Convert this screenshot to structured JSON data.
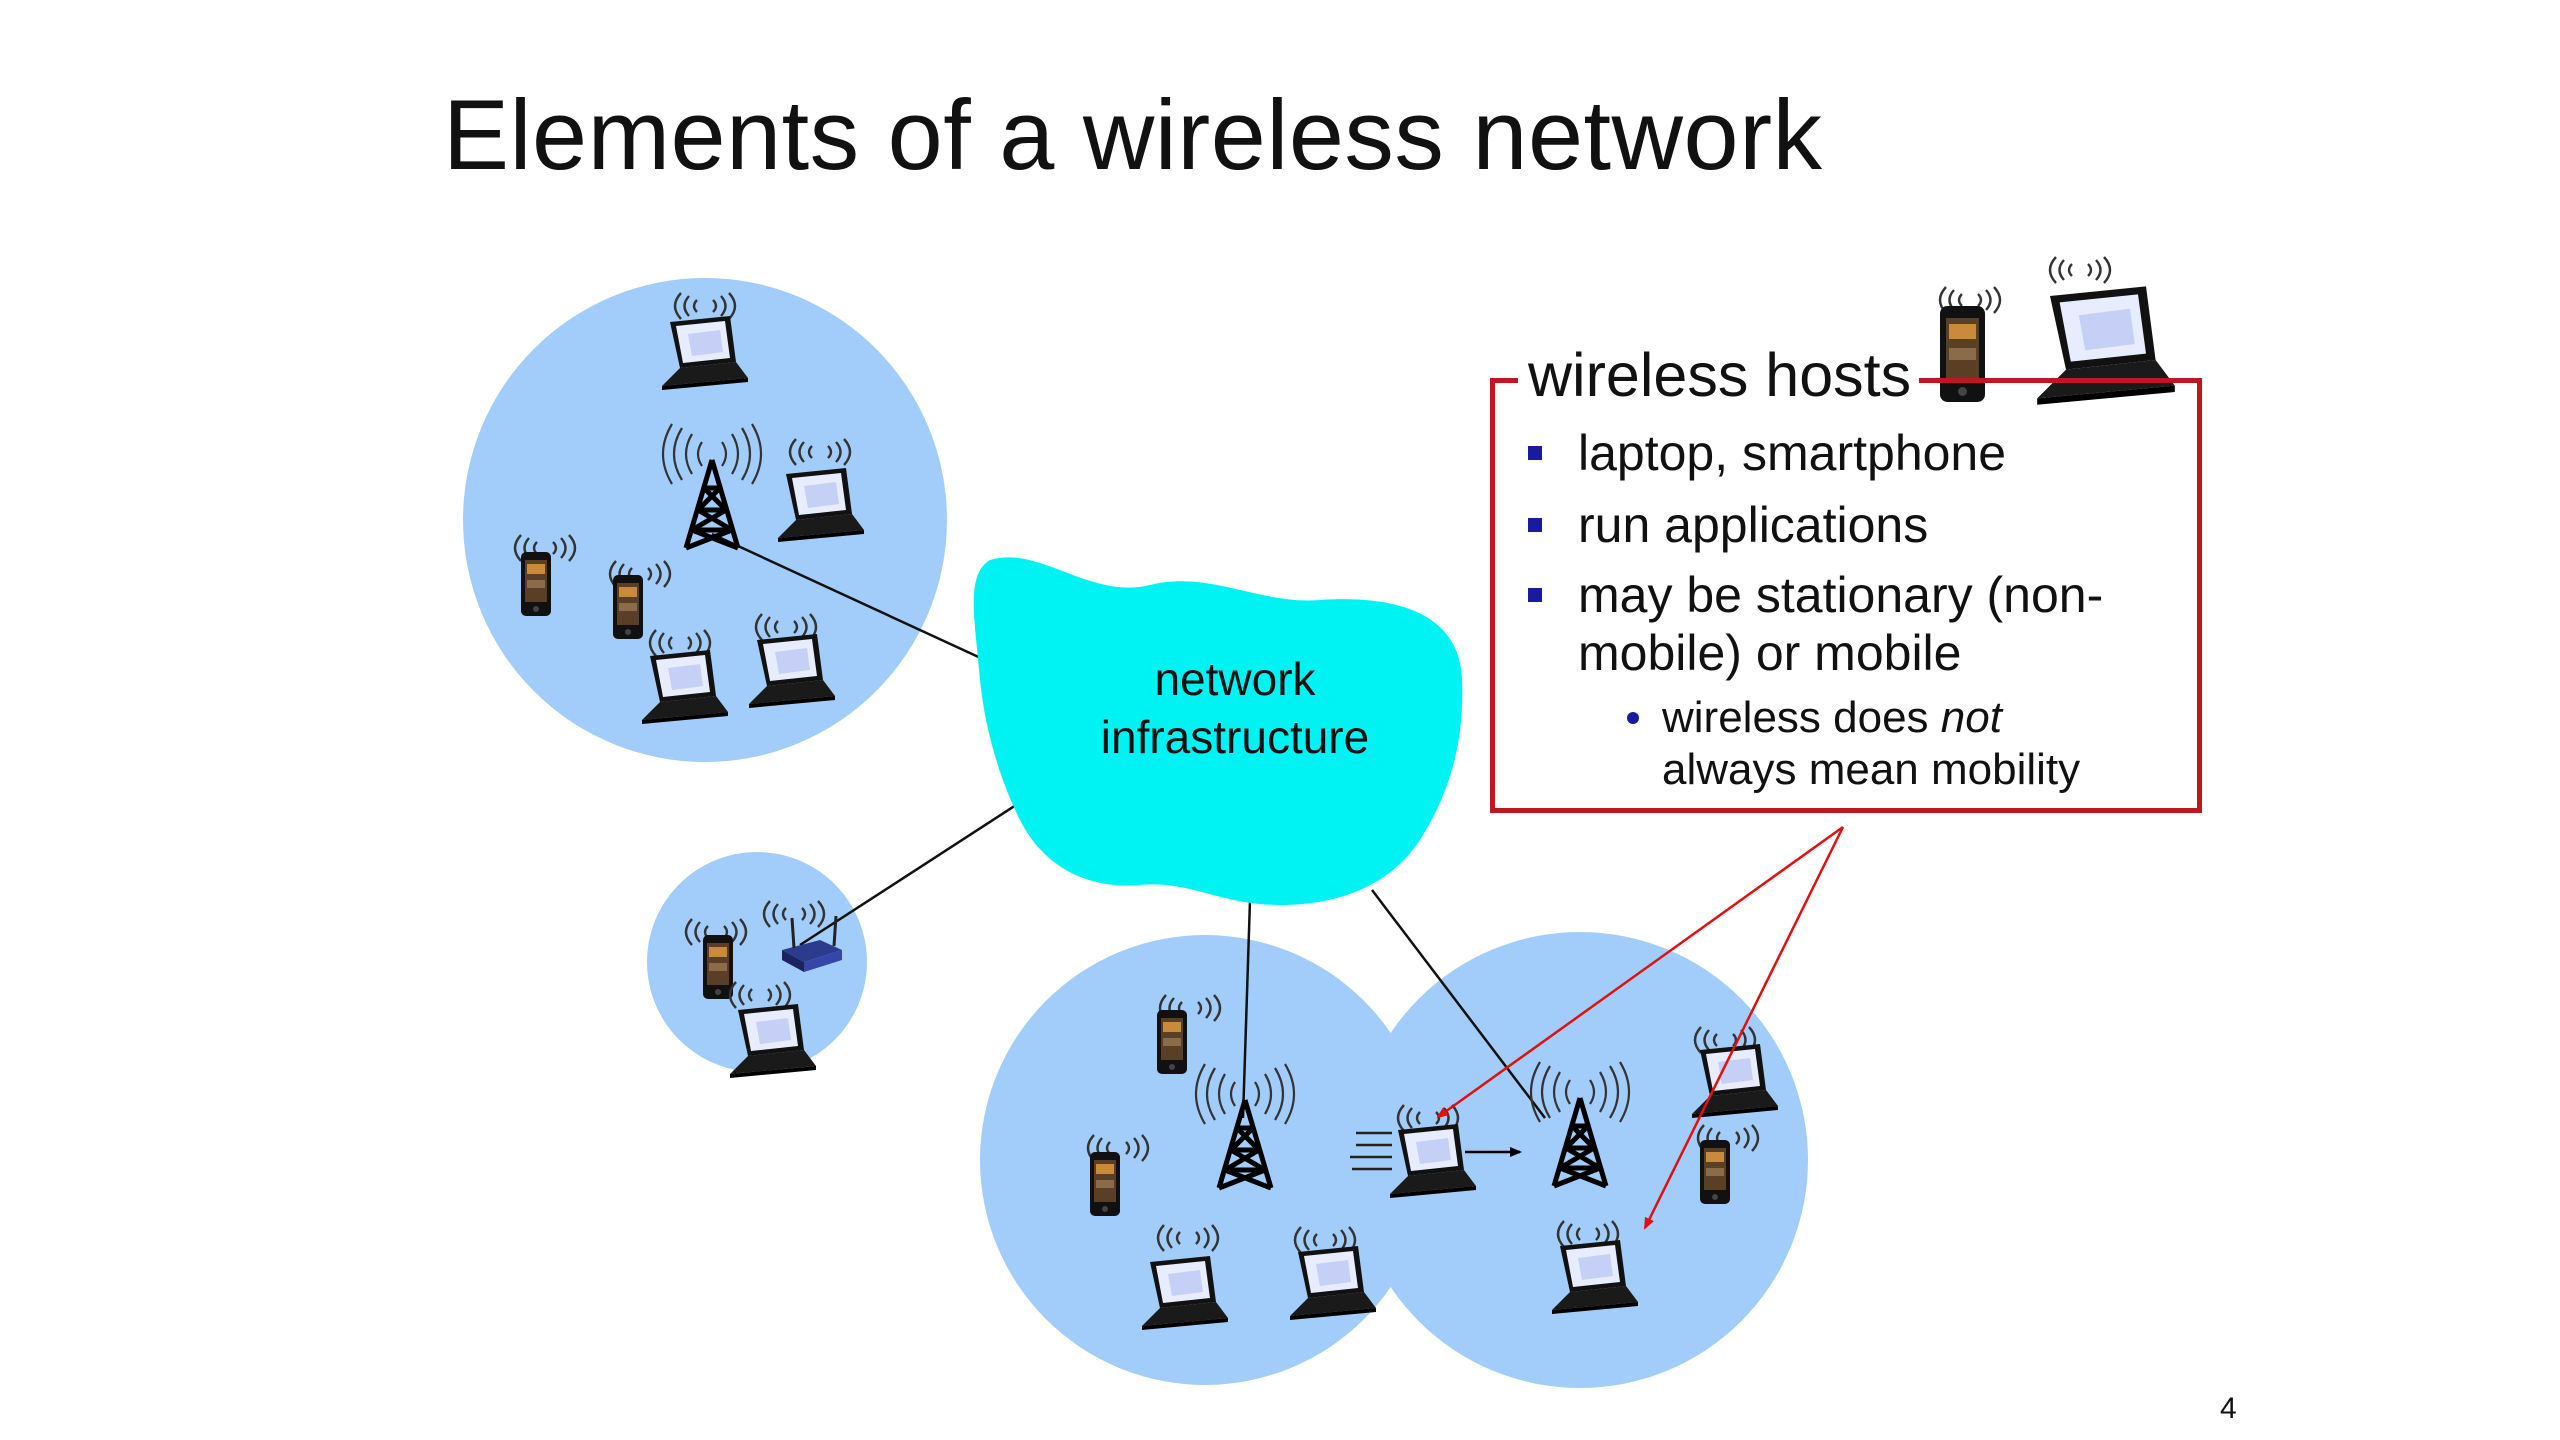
{
  "title": "Elements of a wireless network",
  "cloud_label_line1": "network",
  "cloud_label_line2": "infrastructure",
  "hosts_panel": {
    "heading": "wireless hosts",
    "bullets": [
      "laptop, smartphone",
      "run applications",
      "may be stationary (non-",
      "mobile) or mobile"
    ],
    "sub_bullet": {
      "line1_before": "wireless does ",
      "line1_emph": "not",
      "line2": "always mean mobility"
    }
  },
  "page_number": "4",
  "colors": {
    "cell": "#a2cdfa",
    "cloud": "#00f3f3",
    "panel_border": "#c0161f",
    "arrow": "#e01010",
    "bullet_marker": "#1a1aa0"
  },
  "icons": [
    "laptop-icon",
    "smartphone-icon",
    "cell-tower-icon",
    "wifi-router-icon",
    "motion-lines-icon"
  ]
}
